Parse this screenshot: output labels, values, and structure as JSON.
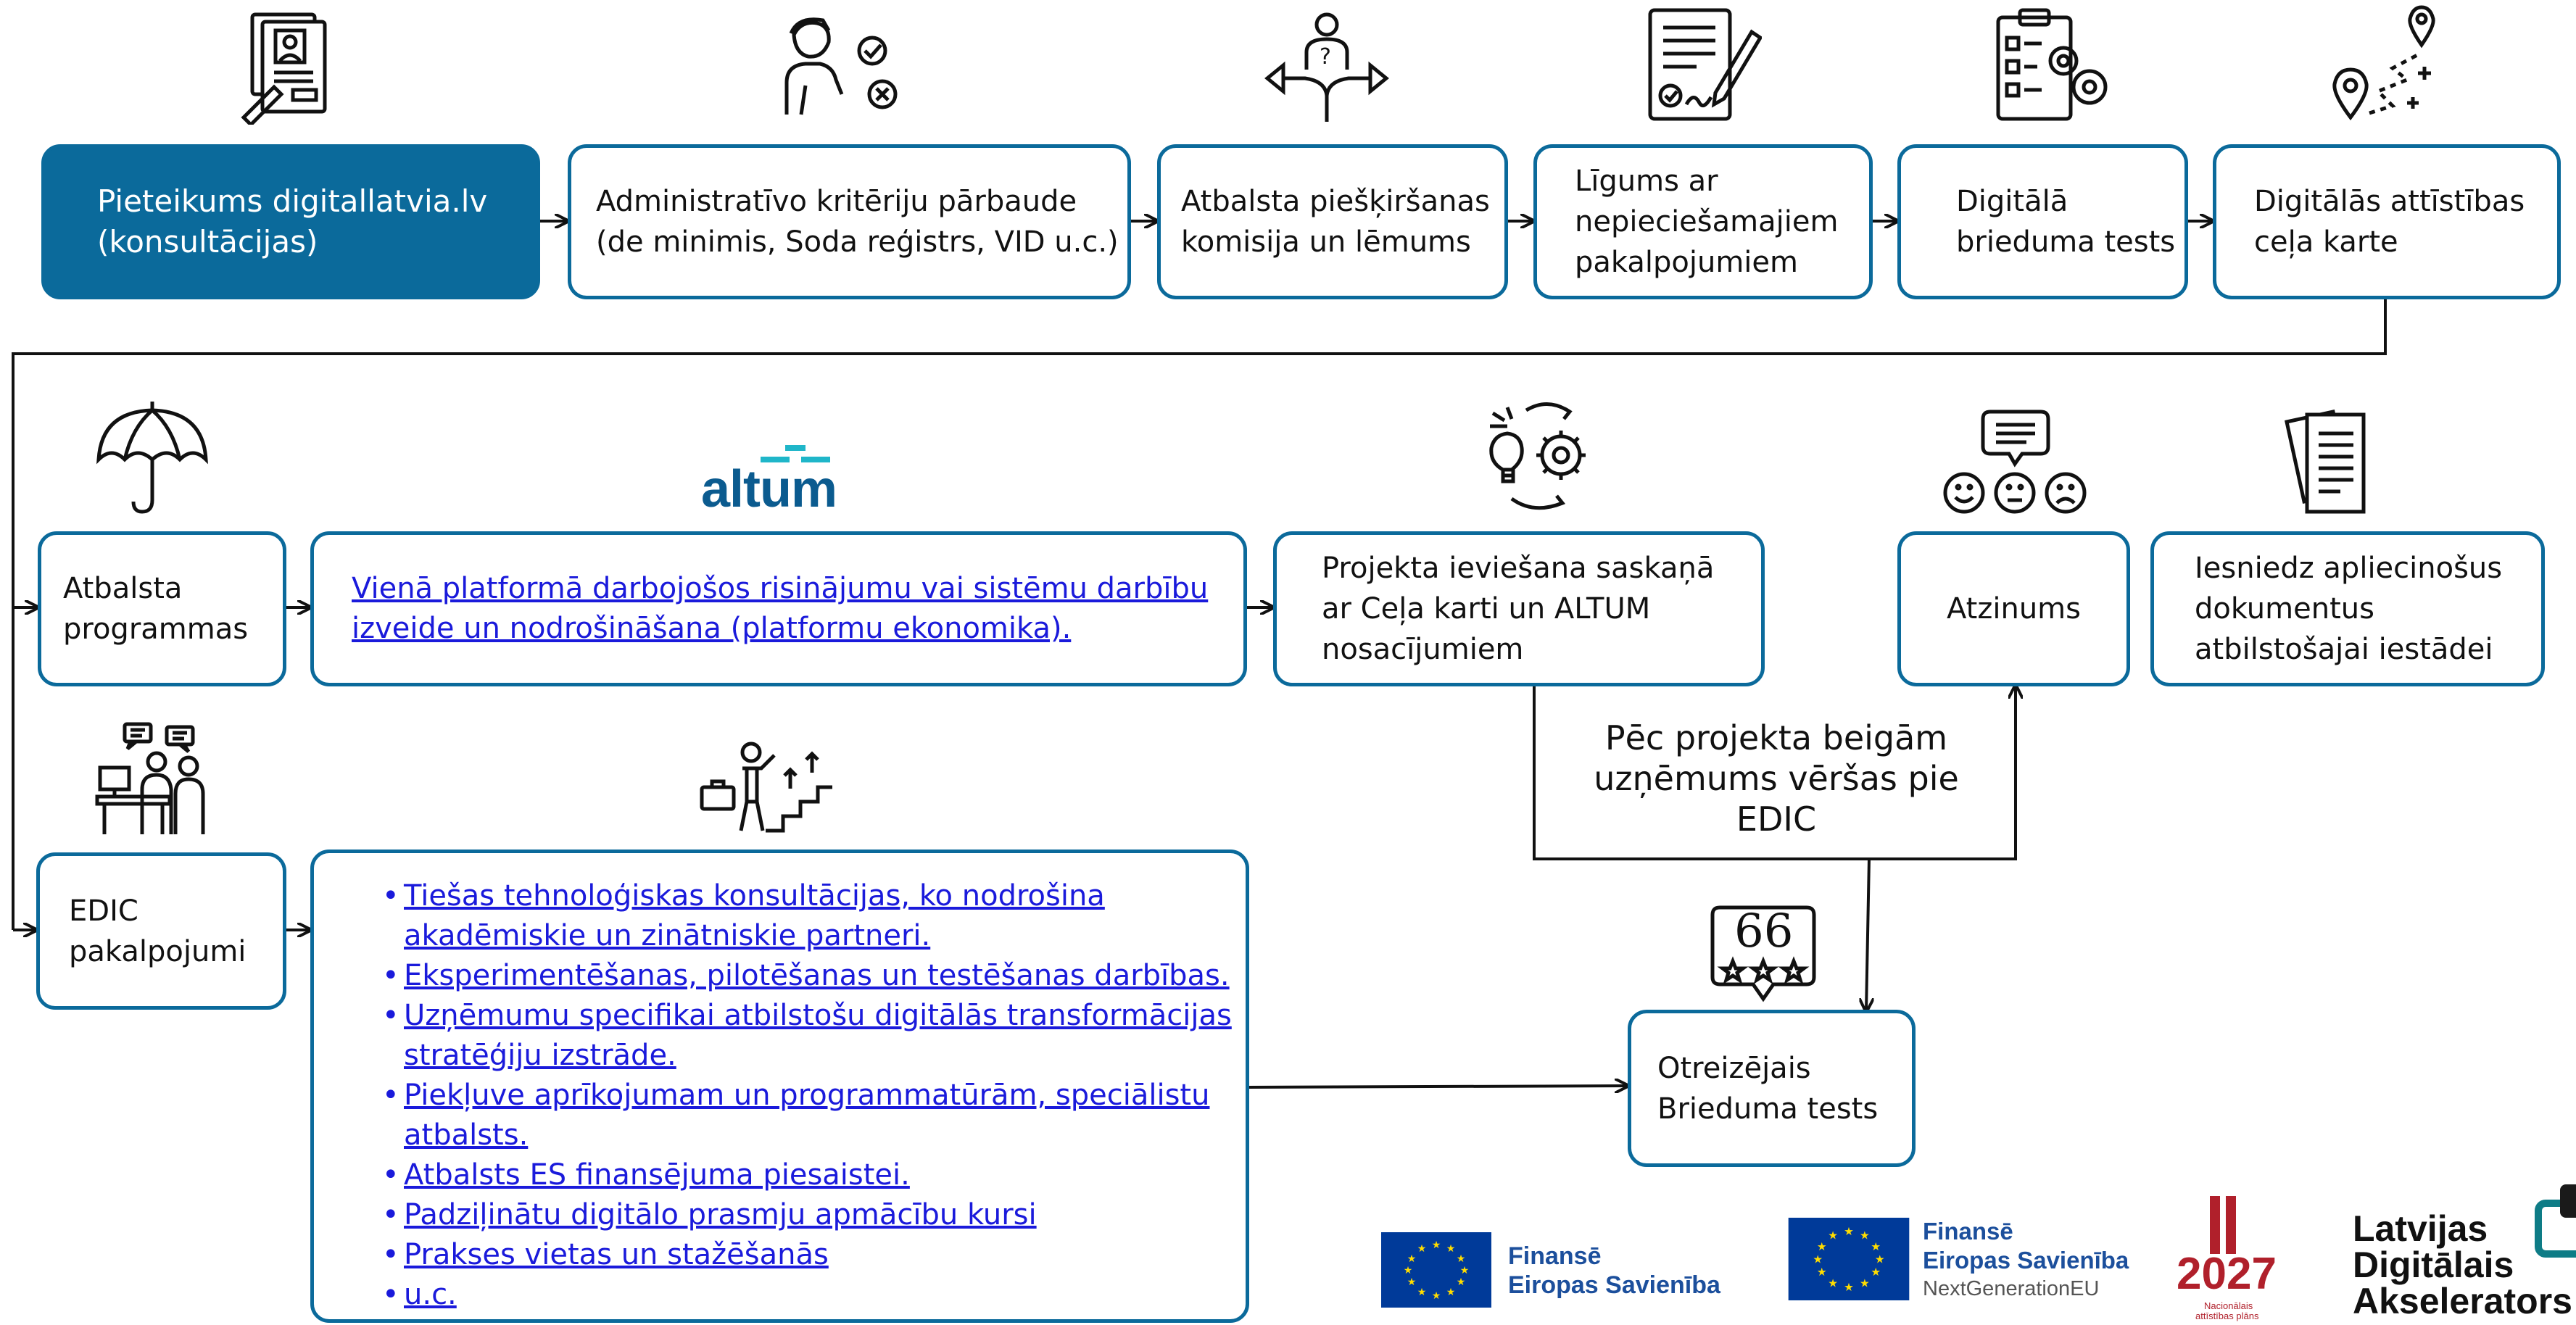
{
  "top_row": {
    "step1": [
      "Pieteikums digitallatvia.lv",
      "(konsultācijas)"
    ],
    "step2": [
      "Administratīvo kritēriju pārbaude",
      "(de minimis, Soda reģistrs, VID u.c.)"
    ],
    "step3": [
      "Atbalsta piešķiršanas",
      "komisija un lēmums"
    ],
    "step4": [
      "Līgums ar",
      "nepieciešamajiem",
      "pakalpojumiem"
    ],
    "step5": [
      "Digitālā",
      "brieduma tests"
    ],
    "step6": [
      "Digitālās attīstības",
      "ceļa karte"
    ]
  },
  "middle_row": {
    "support": [
      "Atbalsta",
      "programmas"
    ],
    "altum_logo": "altum",
    "platform_link": [
      "Vienā platformā darbojošos risinājumu vai sistēmu darbību",
      "izveide un nodrošināšana (platformu ekonomika)."
    ],
    "implementation": [
      "Projekta ieviešana saskaņā",
      "ar Ceļa karti un ALTUM",
      "nosacījumiem"
    ],
    "opinion": "Atzinums",
    "submit": [
      "Iesniedz apliecinošus",
      "dokumentus",
      "atbilstošajai iestādei"
    ]
  },
  "after_project_note": [
    "Pēc projekta beigām",
    "uzņēmums vēršas pie",
    "EDIC"
  ],
  "bottom_row": {
    "edic": [
      "EDIC",
      "pakalpojumi"
    ],
    "services": [
      [
        "Tiešas tehnoloģiskas konsultācijas, ko nodrošina",
        "akadēmiskie un zinātniskie partneri."
      ],
      [
        "Eksperimentēšanas, pilotēšanas un testēšanas darbības."
      ],
      [
        "Uzņēmumu specifikai atbilstošu digitālās transformācijas",
        "stratēģiju izstrāde."
      ],
      [
        "Piekļuve aprīkojumam un programmatūrām, speciālistu",
        "atbalsts."
      ],
      [
        "Atbalsts ES finansējuma piesaistei."
      ],
      [
        "Padziļinātu digitālo prasmju apmācību kursi"
      ],
      [
        "Prakses vietas un stažēšanās"
      ],
      [
        "u.c."
      ]
    ],
    "retest": [
      "Otreizējais",
      "Brieduma tests"
    ]
  },
  "footer": {
    "eu1": [
      "Finansē",
      "Eiropas Savienība"
    ],
    "eu2": [
      "Finansē",
      "Eiropas Savienība",
      "NextGenerationEU"
    ],
    "logo2027": [
      "2027",
      "Nacionālais",
      "attīstības plāns"
    ],
    "lda": [
      "Latvijas",
      "Digitālais",
      "Akselerators"
    ]
  },
  "icons": [
    "document-avatar-icon",
    "person-check-cross-icon",
    "crossroads-question-icon",
    "contract-signing-icon",
    "clipboard-gears-icon",
    "route-map-icon",
    "umbrella-icon",
    "idea-gear-cycle-icon",
    "feedback-faces-icon",
    "documents-stack-icon",
    "meeting-desk-icon",
    "person-stairs-icon",
    "quote-stars-icon"
  ],
  "colors": {
    "accent": "#0b6a9b",
    "link": "#1a1adb",
    "altum_teal": "#1fb6c9",
    "eu_blue": "#003a99",
    "eu_star": "#ffdd00",
    "red_2027": "#b0202b"
  }
}
